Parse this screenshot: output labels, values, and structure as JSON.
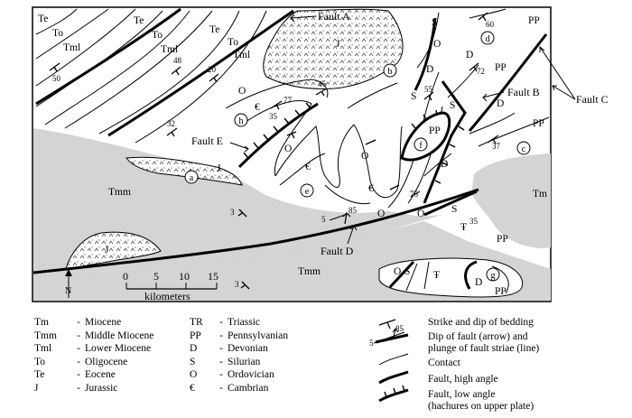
{
  "map": {
    "units": {
      "Tm": "Tm",
      "Tmm": "Tmm",
      "Tml": "Tml",
      "To": "To",
      "Te": "Te",
      "J": "J",
      "S": "S",
      "O": "O",
      "D": "D",
      "PP": "PP",
      "Cambrian": "€",
      "Triassic": "Ŧ"
    },
    "faults": {
      "a": "Fault A",
      "b": "Fault B",
      "c": "Fault C",
      "d": "Fault D",
      "e": "Fault E"
    },
    "localities": [
      "a",
      "b",
      "c",
      "d",
      "e",
      "f",
      "g",
      "h"
    ],
    "dips": {
      "d50": "50",
      "d48": "48",
      "d20": "20",
      "d32": "32",
      "d77": "77",
      "d45": "45",
      "d35a": "35",
      "d55": "55",
      "d60": "60",
      "d72": "72",
      "d37": "37",
      "d75": "75",
      "d35b": "35",
      "d3a": "3",
      "d3b": "3",
      "d85": "85",
      "d5": "5"
    },
    "north": "N",
    "scale": {
      "ticks": [
        "0",
        "5",
        "10",
        "15"
      ],
      "unit": "kilometers"
    }
  },
  "legend": {
    "col1": [
      {
        "code": "Tm",
        "name": "Miocene"
      },
      {
        "code": "Tmm",
        "name": "Middle Miocene"
      },
      {
        "code": "Tml",
        "name": "Lower Miocene"
      },
      {
        "code": "To",
        "name": "Oligocene"
      },
      {
        "code": "Te",
        "name": "Eocene"
      },
      {
        "code": "J",
        "name": "Jurassic"
      }
    ],
    "col2": [
      {
        "code": "TR",
        "name": "Triassic"
      },
      {
        "code": "PP",
        "name": "Pennsylvanian"
      },
      {
        "code": "D",
        "name": "Devonian"
      },
      {
        "code": "S",
        "name": "Silurian"
      },
      {
        "code": "O",
        "name": "Ordovician"
      },
      {
        "code": "€",
        "name": "Cambrian"
      }
    ],
    "symbols": {
      "bedding": "Strike and dip of bedding",
      "fault_dip_1": "Dip of fault (arrow) and",
      "fault_dip_2": "plunge of fault striae (line)",
      "fault_dip_85": "85",
      "fault_dip_5": "5",
      "contact": "Contact",
      "high_angle": "Fault, high angle",
      "low_angle_1": "Fault, low angle",
      "low_angle_2": "(hachures on upper plate)"
    }
  },
  "colors": {
    "gray": "#d4d4d4",
    "line": "#000000"
  }
}
